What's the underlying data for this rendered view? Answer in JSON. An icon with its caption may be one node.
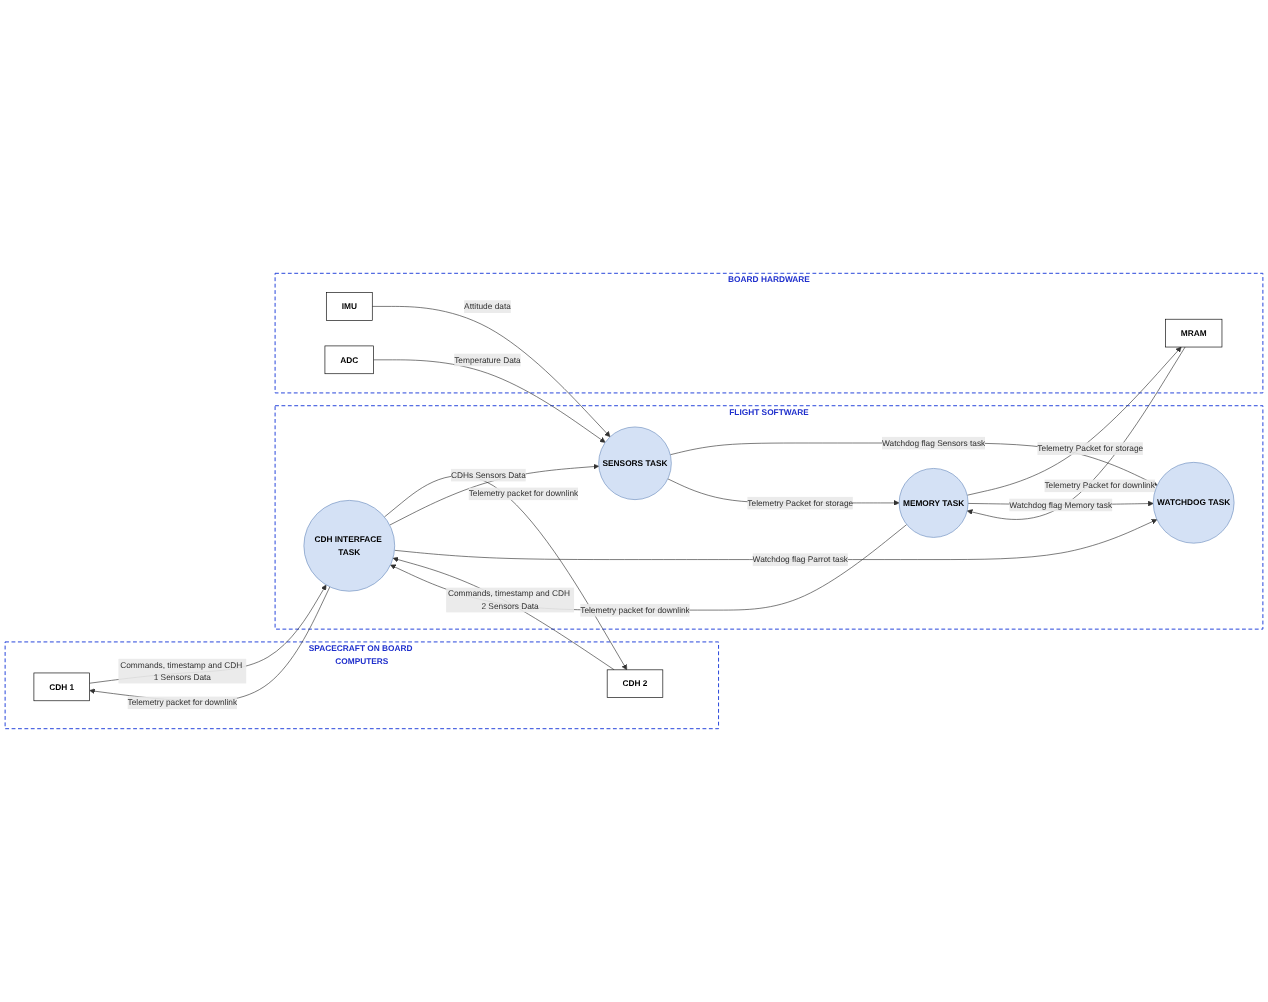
{
  "diagram": {
    "nodes": [
      {
        "text": [
          "SPACECRAFT ON BOARD COMPUTERS"
        ]
      },
      {
        "text": [
          "CDH 1"
        ],
        "in": 0
      },
      {
        "text": [
          "CDH 2"
        ],
        "in": 0
      },
      {
        "text": [
          "FLIGHT SOFTWARE"
        ]
      },
      {
        "text": [
          "CDH INTERFACE TASK"
        ],
        "in": 3
      },
      {
        "text": [
          "SENSORS TASK"
        ],
        "in": 3
      },
      {
        "text": [
          "WATCHDOG TASK"
        ],
        "in": 3
      },
      {
        "text": [
          "MEMORY TASK"
        ],
        "in": 3
      },
      {
        "text": [
          "BOARD HARDWARE"
        ]
      },
      {
        "text": [
          "IMU"
        ],
        "in": 8
      },
      {
        "text": [
          "ADC"
        ],
        "in": 8
      },
      {
        "text": [
          "MRAM"
        ],
        "in": 8
      }
    ],
    "edges": [
      {
        "from": 1,
        "to": 4,
        "arrow": "to",
        "label": "Commands, timestamp and CDH 1 Sensors Data"
      },
      {
        "from": 4,
        "to": 1,
        "arrow": "to",
        "label": "Telemetry packet for downlink"
      },
      {
        "from": 2,
        "to": 4,
        "arrow": "to",
        "label": "Commands, timestamp and CDH 2 Sensors Data"
      },
      {
        "from": 4,
        "to": 2,
        "arrow": "to",
        "label": "Telemetry packet for downlink"
      },
      {
        "from": 4,
        "to": 5,
        "arrow": "to",
        "label": "CDHs Sensors Data"
      },
      {
        "from": 9,
        "to": 5,
        "arrow": "to",
        "label": "Attitude data"
      },
      {
        "from": 10,
        "to": 5,
        "arrow": "to",
        "label": "Temperature Data"
      },
      {
        "from": 7,
        "to": 4,
        "arrow": "to",
        "label": "Telemetry packet for downlink"
      },
      {
        "from": 4,
        "to": 6,
        "arrow": "to",
        "label": "Watchdog flag Parrot task"
      },
      {
        "from": 5,
        "to": 6,
        "arrow": "to",
        "label": "Watchdog flag Sensors task"
      },
      {
        "from": 5,
        "to": 7,
        "arrow": "to",
        "label": "Telemetry Packet for storage"
      },
      {
        "from": 7,
        "to": 11,
        "arrow": "to",
        "label": "Telemetry Packet for storage"
      },
      {
        "from": 11,
        "to": 7,
        "arrow": "to",
        "label": "Telemetry Packet for downlink"
      },
      {
        "from": 7,
        "to": 6,
        "arrow": "to",
        "label": "Watchdog flag Memory task"
      }
    ]
  }
}
